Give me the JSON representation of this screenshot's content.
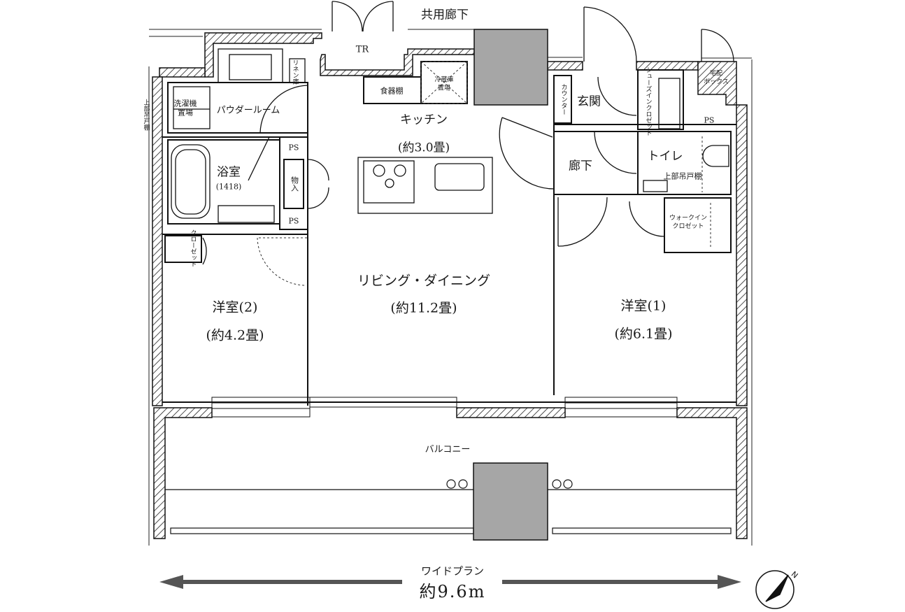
{
  "corridor": "共用廊下",
  "trunk_room": "TR",
  "delivery_box": "宅配\nボックス",
  "upper_cabinet_left": "上部吊戸棚",
  "laundry_space": "洗濯機\n置場",
  "linen_cabinet": "リネン庫",
  "powder_room": "パウダールーム",
  "bathroom": "浴室",
  "bathroom_size": "(1418)",
  "tableware_shelf": "食器棚",
  "fridge_space": "冷蔵庫\n置場",
  "kitchen": "キッチン",
  "kitchen_area": "(約3.0畳)",
  "storage": "物入",
  "ps_upper": "PS",
  "ps_lower": "PS",
  "ps_right": "PS",
  "closet_small": "クローゼット",
  "counter": "カウンター",
  "entrance": "玄関",
  "shoes_closet": "シューズインクロゼット",
  "hallway": "廊下",
  "toilet": "トイレ",
  "upper_cabinet_toilet": "上部吊戸棚",
  "walk_in_closet": "ウォークイン\nクロゼット",
  "living_dining": "リビング・ダイニング",
  "living_dining_area": "(約11.2畳)",
  "western_room_2": "洋室(2)",
  "western_room_2_area": "(約4.2畳)",
  "western_room_1": "洋室(1)",
  "western_room_1_area": "(約6.1畳)",
  "balcony": "バルコニー",
  "wide_plan": "ワイドプラン",
  "width": "約9.6m",
  "north_mark": "N"
}
